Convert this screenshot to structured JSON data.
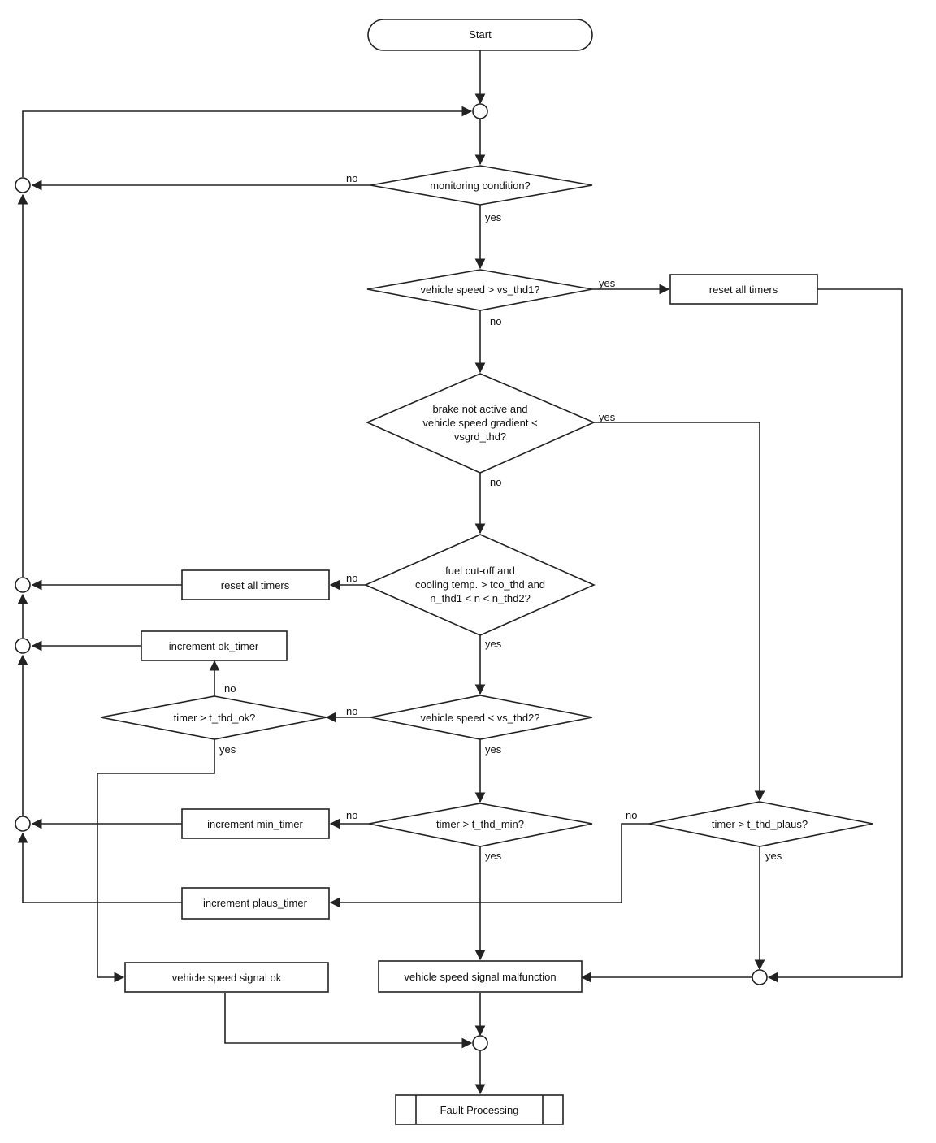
{
  "flowchart": {
    "start": "Start",
    "decisions": {
      "monitoring": "monitoring condition?",
      "speed_thd1": "vehicle speed > vs_thd1?",
      "brake": [
        "brake not active and",
        "vehicle speed gradient <",
        "vsgrd_thd?"
      ],
      "fuel": [
        "fuel cut-off and",
        "cooling temp. > tco_thd and",
        "n_thd1 < n < n_thd2?"
      ],
      "speed_thd2": "vehicle speed < vs_thd2?",
      "timer_ok": "timer > t_thd_ok?",
      "timer_min": "timer > t_thd_min?",
      "timer_plaus": "timer > t_thd_plaus?"
    },
    "processes": {
      "reset_right": "reset all timers",
      "reset_left": "reset all timers",
      "inc_ok": "increment ok_timer",
      "inc_min": "increment min_timer",
      "inc_plaus": "increment plaus_timer",
      "signal_ok": "vehicle speed signal ok",
      "signal_malfunction": "vehicle speed signal malfunction",
      "fault": "Fault Processing"
    },
    "branch_labels": {
      "yes": "yes",
      "no": "no"
    }
  }
}
